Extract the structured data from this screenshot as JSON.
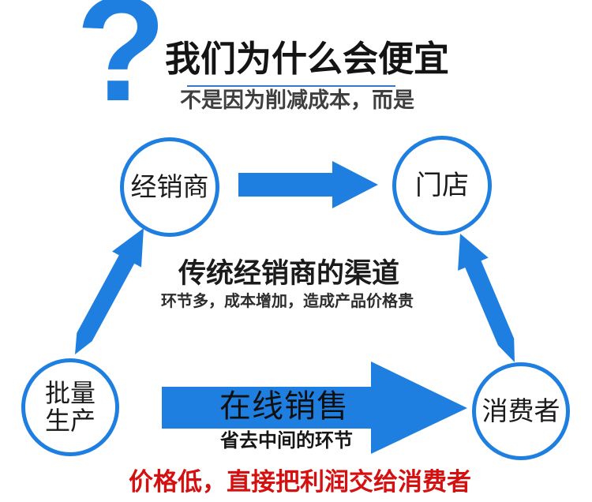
{
  "colors": {
    "accent_blue": "#1E7FE0",
    "underline_blue": "#3379C4",
    "title_black": "#141414",
    "highlight_red": "#D51010"
  },
  "header": {
    "question_mark": "?",
    "title": "我们为什么会便宜",
    "subtitle": "不是因为削减成本，而是"
  },
  "diagram": {
    "nodes": {
      "distributor": "经销商",
      "store": "门店",
      "production": "批量生产",
      "consumer": "消费者"
    },
    "traditional": {
      "heading": "传统经销商的渠道",
      "description": "环节多，成本增加，造成产品价格贵"
    },
    "online": {
      "label": "在线销售",
      "sublabel": "省去中间的环节"
    }
  },
  "footer": {
    "highlight": "价格低，直接把利润交给消费者"
  }
}
